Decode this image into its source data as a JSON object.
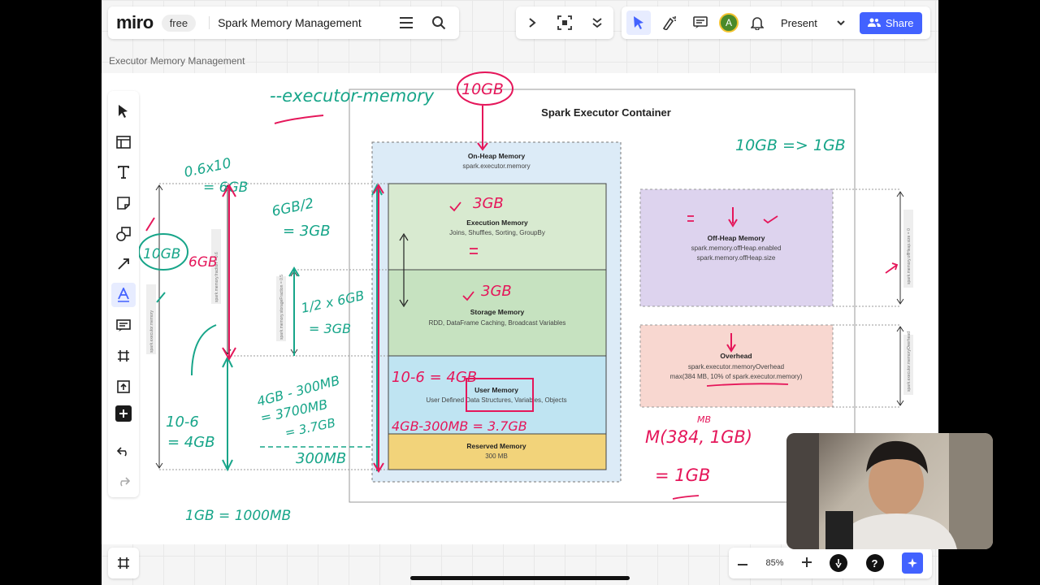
{
  "app": {
    "logo": "miro",
    "plan_badge": "free",
    "board_title": "Spark Memory Management"
  },
  "header": {
    "present_label": "Present",
    "share_label": "Share",
    "avatar_initial": "A"
  },
  "frame": {
    "label": "Executor Memory Management"
  },
  "zoom": {
    "level": "85%"
  },
  "diagram": {
    "container_title": "Spark Executor Container",
    "on_heap": {
      "title": "On-Heap Memory",
      "config": "spark.executor.memory"
    },
    "execution": {
      "title": "Execution Memory",
      "desc": "Joins, Shuffles, Sorting, GroupBy"
    },
    "storage": {
      "title": "Storage Memory",
      "desc": "RDD, DataFrame Caching, Broadcast Variables"
    },
    "user": {
      "title": "User Memory",
      "desc": "User Defined Data Structures, Variables, Objects"
    },
    "reserved": {
      "title": "Reserved Memory",
      "desc": "300 MB"
    },
    "off_heap": {
      "title": "Off-Heap Memory",
      "config1": "spark.memory.offHeap.enabled",
      "config2": "spark.memory.offHeap.size"
    },
    "overhead": {
      "title": "Overhead",
      "config": "spark.executor.memoryOverhead",
      "formula": "max(384 MB, 10% of spark.executor.memory)"
    },
    "side_labels": {
      "left_executor": "spark.executor.memory",
      "left_fraction": "spark.memory.fraction = 0.6",
      "left_storage": "spark.memory.storageFraction = 0.5",
      "right_offheap": "spark.memory.offHeap.size = 0",
      "right_overhead": "spark.executor.memoryOverhead"
    }
  },
  "annotations": {
    "executor_memory": "--executor-memory",
    "ten_gb": "10GB",
    "ten_to_one": "10GB => 1GB",
    "fraction_calc": "0.6x10",
    "eq_6gb": "= 6GB",
    "six_gb_half": "6GB/2",
    "eq_3gb": "= 3GB",
    "ten_gb_circle": "10GB",
    "six_gb": "6GB",
    "half_6gb": "1/2 x 6GB",
    "eq_3gb_b": "= 3GB",
    "exec_3gb": "3GB",
    "storage_3gb": "3GB",
    "user_calc": "10-6 = 4GB",
    "user_minus": "4GB-300MB = 3.7GB",
    "left_4gb": "4GB - 300MB",
    "left_37": "= 3700MB",
    "left_37b": "= 3.7GB",
    "left_300": "300MB",
    "left_10_6": "10-6",
    "left_4gb_b": "= 4GB",
    "one_gb_mb": "1GB = 1000MB",
    "m_formula": "M(384, 1GB)",
    "mb_small": "MB",
    "eq_1gb": "= 1GB"
  },
  "colors": {
    "accent": "#4262ff",
    "on_heap_bg": "#dcebf7",
    "execution_bg": "#d8ead0",
    "storage_bg": "#c6e2c0",
    "user_bg": "#bfe4f2",
    "reserved_bg": "#f2d37a",
    "offheap_bg": "#ddd3ee",
    "overhead_bg": "#f8d7d0",
    "ink_teal": "#17a589",
    "ink_pink": "#e5165a"
  }
}
